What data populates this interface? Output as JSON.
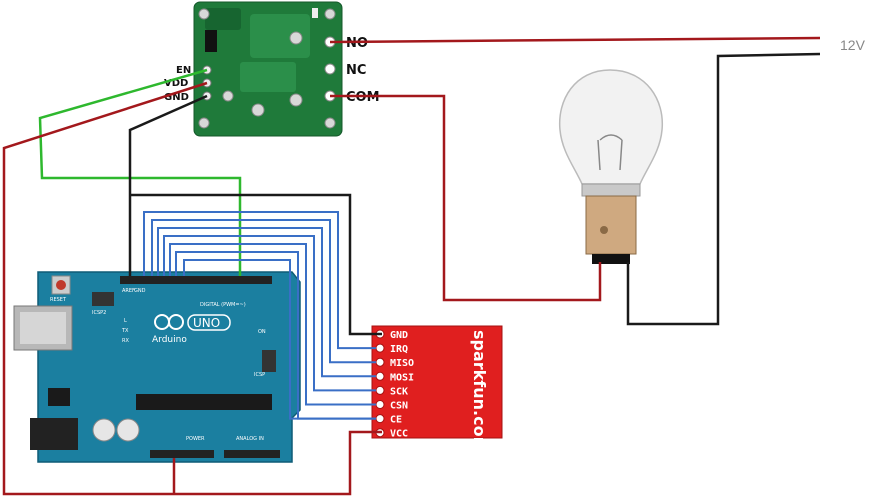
{
  "supply": {
    "voltage_label": "12V"
  },
  "relay": {
    "pins_left": [
      "EN",
      "VDD",
      "GND"
    ],
    "pins_right": [
      "NO",
      "NC",
      "COM"
    ]
  },
  "arduino": {
    "logo_text": "Arduino",
    "model": "UNO",
    "reset_label": "RESET",
    "icsp2_label": "ICSP2",
    "icsp_label": "ICSP",
    "digital_label": "DIGITAL (PWM=~)",
    "power_label": "POWER",
    "analog_label": "ANALOG IN",
    "tx_label": "TX",
    "rx_label": "RX",
    "on_label": "ON",
    "l_label": "L",
    "aref_label": "AREF",
    "gnd_label": "GND"
  },
  "nrf": {
    "pins": [
      "GND",
      "IRQ",
      "MISO",
      "MOSI",
      "SCK",
      "CSN",
      "CE",
      "VCC"
    ],
    "brand": "sparkfun.com"
  },
  "colors": {
    "wire_red": "#a3181c",
    "wire_black": "#1a1a1a",
    "wire_green": "#2eb82e",
    "wire_blue": "#3a6fc6",
    "relay_pcb": "#1f7a3a",
    "arduino_pcb": "#1b7fa0",
    "nrf_pcb": "#e01f1f"
  }
}
